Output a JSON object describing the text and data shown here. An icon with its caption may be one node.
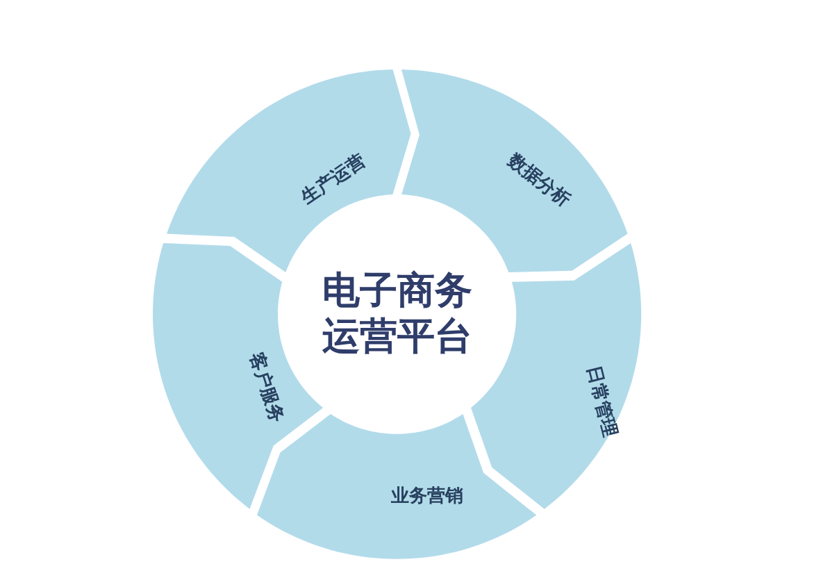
{
  "diagram": {
    "nodes": [
      {
        "text": [
          "电子商务运营平台"
        ]
      },
      {
        "text": [
          "生产运营"
        ]
      },
      {
        "text": [
          "数据分析"
        ]
      },
      {
        "text": [
          "日常管理"
        ]
      },
      {
        "text": [
          "业务营销"
        ]
      },
      {
        "text": [
          "客户服务"
        ]
      }
    ]
  }
}
